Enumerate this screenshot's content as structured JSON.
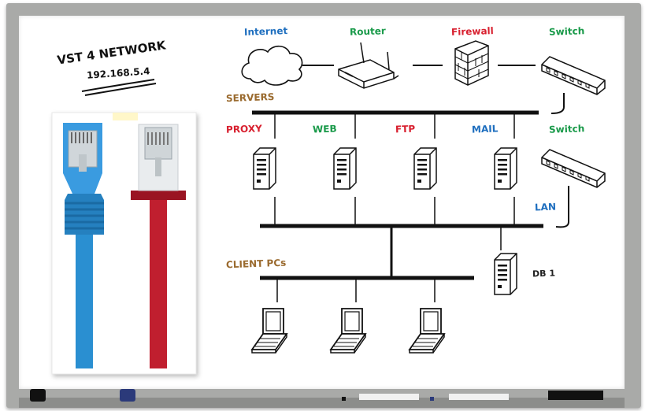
{
  "title": {
    "line1": "VST 4 NETWORK",
    "line2": "192.168.5.4"
  },
  "top_row": [
    {
      "key": "internet",
      "label": "Internet",
      "color": "#1f6fbf"
    },
    {
      "key": "router",
      "label": "Router",
      "color": "#1a9a4a"
    },
    {
      "key": "firewall",
      "label": "Firewall",
      "color": "#d8202f"
    },
    {
      "key": "switch",
      "label": "Switch",
      "color": "#1a9a4a"
    }
  ],
  "servers_label": {
    "label": "SERVERS",
    "color": "#9a6a2e"
  },
  "servers": [
    {
      "key": "proxy",
      "label": "PROXY",
      "color": "#d8202f"
    },
    {
      "key": "web",
      "label": "WEB",
      "color": "#1a9a4a"
    },
    {
      "key": "ftp",
      "label": "FTP",
      "color": "#d8202f"
    },
    {
      "key": "mail",
      "label": "MAIL",
      "color": "#1f6fbf"
    }
  ],
  "switch2": {
    "label": "Switch",
    "color": "#1a9a4a"
  },
  "lan": {
    "label": "LAN",
    "color": "#1f6fbf"
  },
  "client_label": {
    "label": "CLIENT PCs",
    "color": "#9a6a2e"
  },
  "db": {
    "label": "DB 1",
    "color": "#222222"
  },
  "colors": {
    "cable_blue": "#2a8fd1",
    "cable_red": "#c01f2f",
    "ink": "#111111"
  },
  "icons": [
    "cloud-icon",
    "router-icon",
    "firewall-icon",
    "switch-icon",
    "server-icon",
    "laptop-icon",
    "ethernet-plug-icon"
  ]
}
